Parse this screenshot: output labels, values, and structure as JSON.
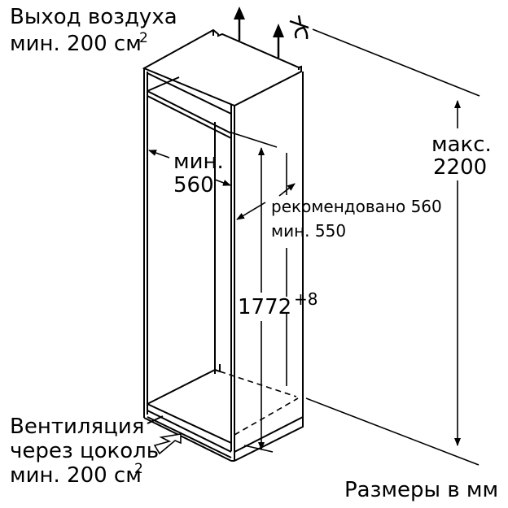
{
  "diagram": {
    "type": "built-in refrigerator niche installation dimensions",
    "labels": {
      "air_outlet_line1": "Выход воздуха",
      "air_outlet_line2": "мин. 200 см",
      "air_outlet_sup": "2",
      "ventilation_line1": "Вентиляция",
      "ventilation_line2": "через цоколь",
      "ventilation_line3": "мин. 200 см",
      "ventilation_sup": "2",
      "width_min_line1": "мин.",
      "width_min_line2": "560",
      "depth_line1": "рекомендовано 560",
      "depth_line2": "мин. 550",
      "niche_height": "1772",
      "niche_height_tolerance": "+8",
      "max_height_line1": "макс.",
      "max_height_line2": "2200",
      "units_note": "Размеры в мм"
    },
    "dimensions": {
      "niche_width_min_mm": 560,
      "niche_depth_recommended_mm": 560,
      "niche_depth_min_mm": 550,
      "niche_height_mm": 1772,
      "niche_height_tolerance_mm": 8,
      "max_total_height_mm": 2200,
      "air_outlet_min_cm2": 200,
      "plinth_ventilation_min_cm2": 200
    },
    "icons": {
      "airflow_up_arrow_1": "arrow-up",
      "airflow_up_arrow_2": "arrow-up",
      "cut_symbol": "scissors-like break mark",
      "plinth_airflow_arrow": "arrow-right-outline"
    }
  }
}
